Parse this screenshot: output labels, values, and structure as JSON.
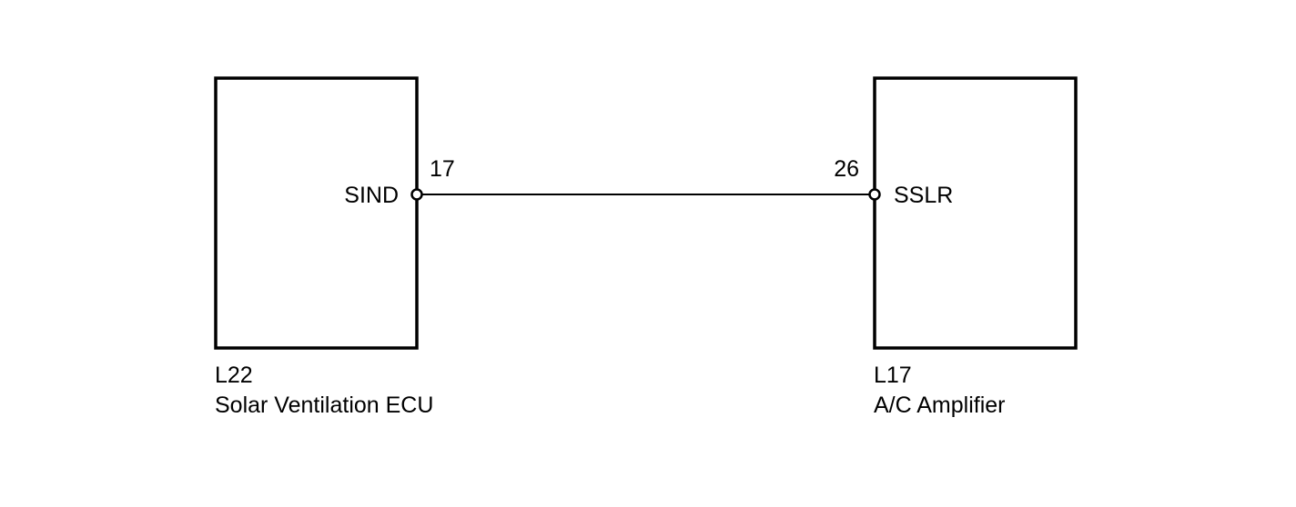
{
  "wire": {
    "from_pin": "17",
    "to_pin": "26"
  },
  "left_component": {
    "code": "L22",
    "name": "Solar Ventilation ECU",
    "terminal": "SIND"
  },
  "right_component": {
    "code": "L17",
    "name": "A/C Amplifier",
    "terminal": "SSLR"
  }
}
